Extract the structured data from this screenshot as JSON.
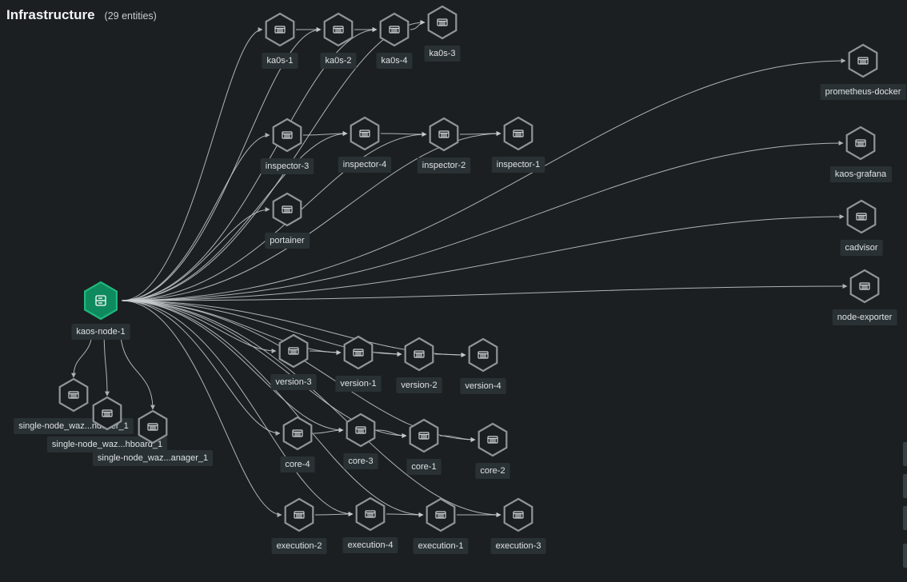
{
  "header": {
    "title": "Infrastructure",
    "entity_count": "(29 entities)"
  },
  "colors": {
    "background": "#1b1f21",
    "root_fill": "#0f8a5e",
    "root_stroke": "#1fb87d",
    "node_stroke": "#8f959a"
  },
  "root": {
    "id": "kaos-node-1",
    "label": "kaos-node-1",
    "icon": "server-icon"
  },
  "nodes": [
    {
      "id": "ka0s-1",
      "label": "ka0s-1",
      "icon": "container-icon"
    },
    {
      "id": "ka0s-2",
      "label": "ka0s-2",
      "icon": "container-icon"
    },
    {
      "id": "ka0s-4",
      "label": "ka0s-4",
      "icon": "container-icon"
    },
    {
      "id": "ka0s-3",
      "label": "ka0s-3",
      "icon": "container-icon"
    },
    {
      "id": "prometheus-docker",
      "label": "prometheus-docker",
      "icon": "container-icon"
    },
    {
      "id": "inspector-3",
      "label": "inspector-3",
      "icon": "container-icon"
    },
    {
      "id": "inspector-4",
      "label": "inspector-4",
      "icon": "container-icon"
    },
    {
      "id": "inspector-2",
      "label": "inspector-2",
      "icon": "container-icon"
    },
    {
      "id": "inspector-1",
      "label": "inspector-1",
      "icon": "container-icon"
    },
    {
      "id": "kaos-grafana",
      "label": "kaos-grafana",
      "icon": "container-icon"
    },
    {
      "id": "portainer",
      "label": "portainer",
      "icon": "container-icon"
    },
    {
      "id": "cadvisor",
      "label": "cadvisor",
      "icon": "container-icon"
    },
    {
      "id": "node-exporter",
      "label": "node-exporter",
      "icon": "container-icon"
    },
    {
      "id": "version-3",
      "label": "version-3",
      "icon": "container-icon"
    },
    {
      "id": "version-1",
      "label": "version-1",
      "icon": "container-icon"
    },
    {
      "id": "version-2",
      "label": "version-2",
      "icon": "container-icon"
    },
    {
      "id": "version-4",
      "label": "version-4",
      "icon": "container-icon"
    },
    {
      "id": "wazuh-indexer",
      "label": "single-node_waz...ndexer_1",
      "icon": "container-icon"
    },
    {
      "id": "wazuh-dashboard",
      "label": "single-node_waz...hboard_1",
      "icon": "container-icon"
    },
    {
      "id": "wazuh-manager",
      "label": "single-node_waz...anager_1",
      "icon": "container-icon"
    },
    {
      "id": "core-4",
      "label": "core-4",
      "icon": "container-icon"
    },
    {
      "id": "core-3",
      "label": "core-3",
      "icon": "container-icon"
    },
    {
      "id": "core-1",
      "label": "core-1",
      "icon": "container-icon"
    },
    {
      "id": "core-2",
      "label": "core-2",
      "icon": "container-icon"
    },
    {
      "id": "execution-2",
      "label": "execution-2",
      "icon": "container-icon"
    },
    {
      "id": "execution-4",
      "label": "execution-4",
      "icon": "container-icon"
    },
    {
      "id": "execution-1",
      "label": "execution-1",
      "icon": "container-icon"
    },
    {
      "id": "execution-3",
      "label": "execution-3",
      "icon": "container-icon"
    }
  ],
  "chains": [
    [
      "ka0s-1",
      "ka0s-2",
      "ka0s-4",
      "ka0s-3"
    ],
    [
      "inspector-3",
      "inspector-4",
      "inspector-2",
      "inspector-1"
    ],
    [
      "version-3",
      "version-1",
      "version-2",
      "version-4"
    ],
    [
      "core-4",
      "core-3",
      "core-1",
      "core-2"
    ],
    [
      "execution-2",
      "execution-4",
      "execution-1",
      "execution-3"
    ]
  ]
}
